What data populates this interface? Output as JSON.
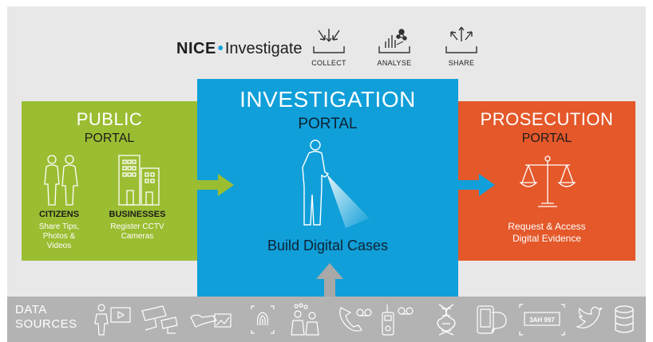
{
  "brand": {
    "bold": "NICE",
    "separator": "•",
    "rest": "Investigate"
  },
  "header_actions": [
    {
      "label": "COLLECT",
      "icon": "collect-arrows-icon"
    },
    {
      "label": "ANALYSE",
      "icon": "analyse-graph-icon"
    },
    {
      "label": "SHARE",
      "icon": "share-arrows-icon"
    }
  ],
  "public_portal": {
    "title": "PUBLIC",
    "subtitle": "PORTAL",
    "citizens": {
      "heading": "CITIZENS",
      "desc": "Share Tips,\nPhotos &\nVideos",
      "icon": "people-icon"
    },
    "businesses": {
      "heading": "BUSINESSES",
      "desc": "Register CCTV\nCameras",
      "icon": "buildings-icon"
    },
    "color": "#9bbd32"
  },
  "investigation_portal": {
    "title": "INVESTIGATION",
    "subtitle": "PORTAL",
    "caption": "Build Digital Cases",
    "icon": "investigator-flashlight-icon",
    "color": "#109fd9"
  },
  "prosecution_portal": {
    "title": "PROSECUTION",
    "subtitle": "PORTAL",
    "desc": "Request & Access\nDigital Evidence",
    "icon": "scales-of-justice-icon",
    "color": "#e4582a"
  },
  "data_sources": {
    "label_line1": "DATA",
    "label_line2": "SOURCES",
    "icons": [
      "person-video-icon",
      "cctv-camera-icon",
      "crime-scene-photo-icon",
      "fingerprint-icon",
      "witness-people-icon",
      "phone-call-icon",
      "radio-audio-icon",
      "dna-icon",
      "mobile-device-icon",
      "license-plate-icon",
      "twitter-icon",
      "database-icon"
    ],
    "plate_text": "3AH 997"
  }
}
